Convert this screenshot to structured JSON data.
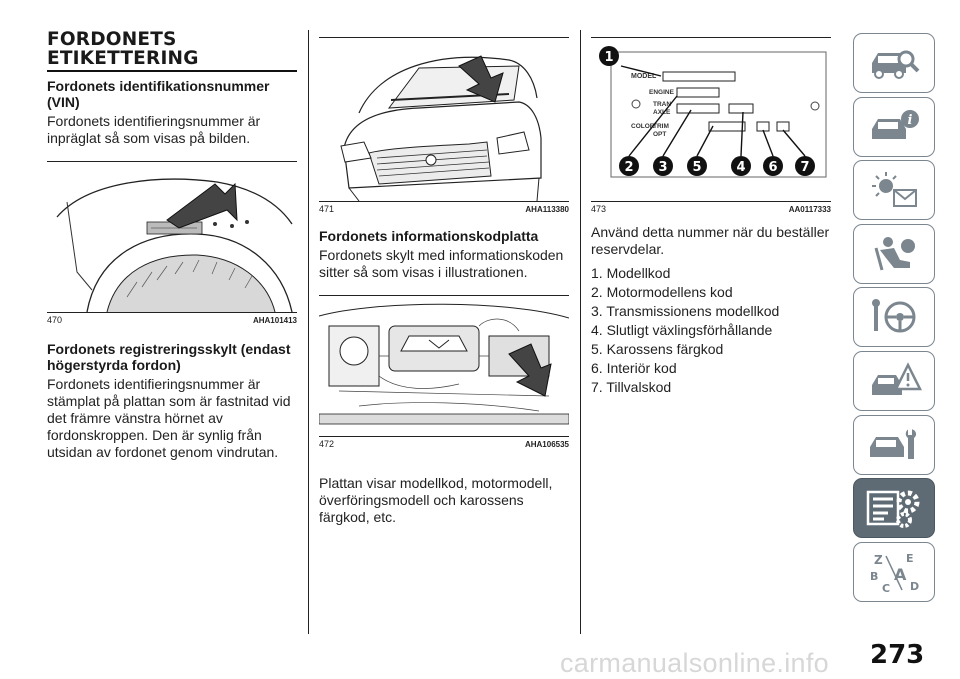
{
  "section_title_line1": "FORDONETS",
  "section_title_line2": "ETIKETTERING",
  "col1": {
    "vin_heading": "Fordonets identifikationsnummer (VIN)",
    "vin_text": "Fordonets identifieringsnummer är inpräglat så som visas på bilden.",
    "fig470_num": "470",
    "fig470_code": "AHA101413",
    "reg_heading": "Fordonets registreringsskylt (endast högerstyrda fordon)",
    "reg_text": "Fordonets identifieringsnummer är stämplat på plattan som är fastnitad vid det främre vänstra hörnet av fordonskroppen. Den är synlig från utsidan av fordonet genom vindrutan."
  },
  "col2": {
    "fig471_num": "471",
    "fig471_code": "AHA113380",
    "info_heading": "Fordonets informationskodplatta",
    "info_text": "Fordonets skylt med informationskoden sitter så som visas i illustrationen.",
    "fig472_num": "472",
    "fig472_code": "AHA106535",
    "plate_text": "Plattan visar modellkod, motormodell, överföringsmodell och karossens färgkod, etc."
  },
  "col3": {
    "plate_labels": {
      "model": "MODEL",
      "engine": "ENGINE",
      "tran": "TRAN",
      "axle": "AXLE",
      "color": "COLOR",
      "trim": "TRIM",
      "opt": "OPT"
    },
    "callouts": [
      "1",
      "2",
      "3",
      "5",
      "4",
      "6",
      "7"
    ],
    "fig473_num": "473",
    "fig473_code": "AA0117333",
    "intro_text": "Använd detta nummer när du beställer reservdelar.",
    "items": [
      "1. Modellkod",
      "2. Motormodellens kod",
      "3. Transmissionens modellkod",
      "4. Slutligt växlingsförhållande",
      "5. Karossens färgkod",
      "6. Interiör kod",
      "7. Tillvalskod"
    ]
  },
  "tabs": [
    {
      "icon": "car-search-icon",
      "active": false
    },
    {
      "icon": "car-info-icon",
      "active": false
    },
    {
      "icon": "warning-lights-icon",
      "active": false
    },
    {
      "icon": "airbag-seat-icon",
      "active": false
    },
    {
      "icon": "steering-wheel-icon",
      "active": false
    },
    {
      "icon": "road-warning-icon",
      "active": false
    },
    {
      "icon": "car-wrench-icon",
      "active": false
    },
    {
      "icon": "technical-data-icon",
      "active": true
    },
    {
      "icon": "alphabetical-index-icon",
      "active": false
    }
  ],
  "page_number": "273",
  "watermark": "carmanualsonline.info",
  "colors": {
    "tab_border": "#7b868f",
    "tab_active": "#5e6b75",
    "text": "#1a1a1a"
  }
}
